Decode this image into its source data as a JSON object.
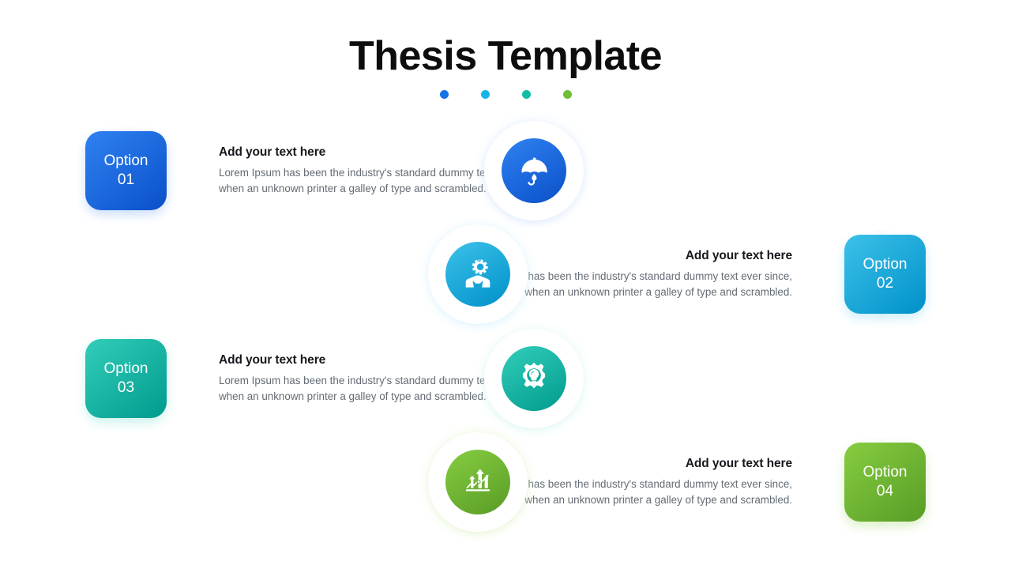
{
  "header": {
    "title": "Thesis Template",
    "dots": [
      {
        "name": "dot-blue",
        "color": "#1573e6"
      },
      {
        "name": "dot-cyan",
        "color": "#18b3e8"
      },
      {
        "name": "dot-teal",
        "color": "#11bda6"
      },
      {
        "name": "dot-green",
        "color": "#6fbe35"
      }
    ]
  },
  "rows": [
    {
      "badge_label": "Option",
      "badge_number": "01",
      "heading": "Add your text here",
      "body": "Lorem Ipsum has been the industry's standard dummy text ever since, when an unknown printer a galley of type and scrambled.",
      "icon": "umbrella-icon",
      "direction": "ltr",
      "color_from": "#2f82f2",
      "color_to": "#0a50c8",
      "glow": "#cfe0fb"
    },
    {
      "badge_label": "Option",
      "badge_number": "02",
      "heading": "Add your text here",
      "body": "Lorem Ipsum has been the industry's standard dummy text ever since, when an unknown printer a galley of type and scrambled.",
      "icon": "gear-person-icon",
      "direction": "rtl",
      "color_from": "#3cc1e9",
      "color_to": "#0091c9",
      "glow": "#cfeefb"
    },
    {
      "badge_label": "Option",
      "badge_number": "03",
      "heading": "Add your text here",
      "body": "Lorem Ipsum has been the industry's standard dummy text ever since, when an unknown printer a galley of type and scrambled.",
      "icon": "gear-lightbulb-icon",
      "direction": "ltr",
      "color_from": "#33cdba",
      "color_to": "#009b8d",
      "glow": "#cdf4ee"
    },
    {
      "badge_label": "Option",
      "badge_number": "04",
      "heading": "Add your text here",
      "body": "Lorem Ipsum has been the industry's standard dummy text ever since, when an unknown printer a galley of type and scrambled.",
      "icon": "growth-chart-icon",
      "direction": "rtl",
      "color_from": "#86cd40",
      "color_to": "#589c26",
      "glow": "#dcf0c6"
    }
  ]
}
